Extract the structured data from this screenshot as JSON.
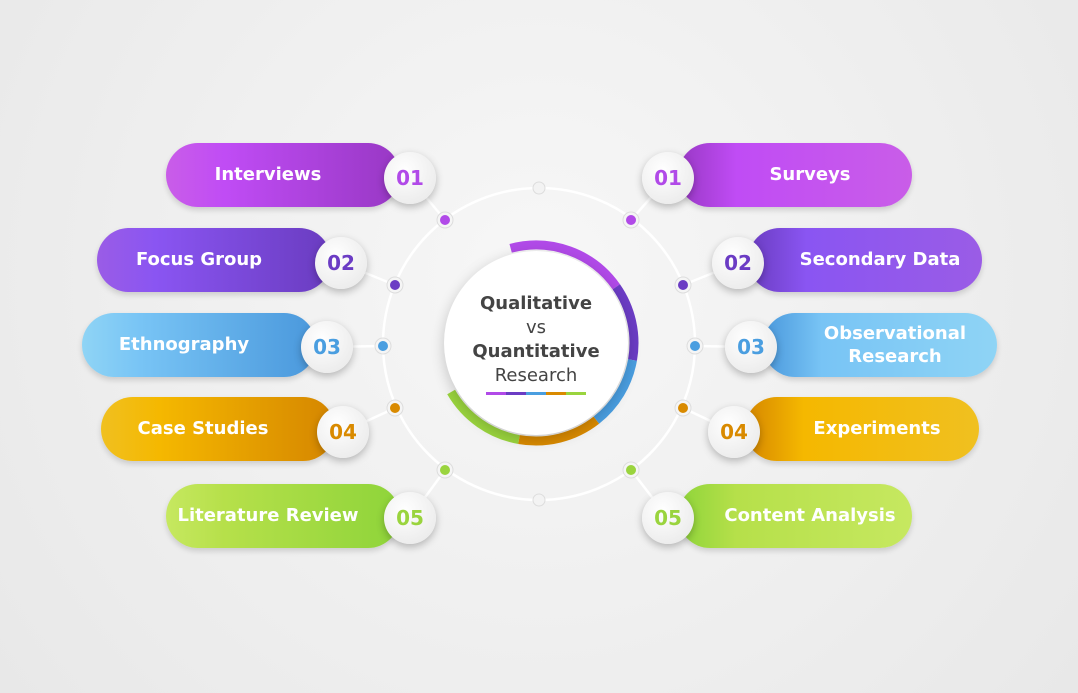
{
  "center": {
    "line1": "Qualitative",
    "line2": "vs",
    "line3": "Quantitative",
    "line4": "Research"
  },
  "left": [
    {
      "num": "01",
      "label": "Interviews",
      "color": "#b14ae8",
      "grad": [
        "#c95de8",
        "#c04cf5",
        "#9838c4"
      ]
    },
    {
      "num": "02",
      "label": "Focus Group",
      "color": "#6b3cc4",
      "grad": [
        "#9a5ce6",
        "#8a55f2",
        "#6a3cc0"
      ]
    },
    {
      "num": "03",
      "label": "Ethnography",
      "color": "#4a9ee0",
      "grad": [
        "#8fd4f5",
        "#78c4f5",
        "#4a98dc"
      ]
    },
    {
      "num": "04",
      "label": "Case Studies",
      "color": "#d98a00",
      "grad": [
        "#f0c020",
        "#f5b800",
        "#d58600"
      ]
    },
    {
      "num": "05",
      "label": "Literature Review",
      "color": "#9ad43e",
      "grad": [
        "#c6e860",
        "#b6e04a",
        "#8ed43a"
      ]
    }
  ],
  "right": [
    {
      "num": "01",
      "label": "Surveys",
      "color": "#b14ae8",
      "grad": [
        "#9838c4",
        "#c04cf5",
        "#c95de8"
      ]
    },
    {
      "num": "02",
      "label": "Secondary Data",
      "color": "#6b3cc4",
      "grad": [
        "#6a3cc0",
        "#8a55f2",
        "#9a5ce6"
      ]
    },
    {
      "num": "03",
      "label": "Observational Research",
      "color": "#4a9ee0",
      "grad": [
        "#4a98dc",
        "#78c4f5",
        "#8fd4f5"
      ]
    },
    {
      "num": "04",
      "label": "Experiments",
      "color": "#d98a00",
      "grad": [
        "#d58600",
        "#f5b800",
        "#f0c020"
      ]
    },
    {
      "num": "05",
      "label": "Content Analysis",
      "color": "#9ad43e",
      "grad": [
        "#8ed43a",
        "#b6e04a",
        "#c6e860"
      ]
    }
  ]
}
